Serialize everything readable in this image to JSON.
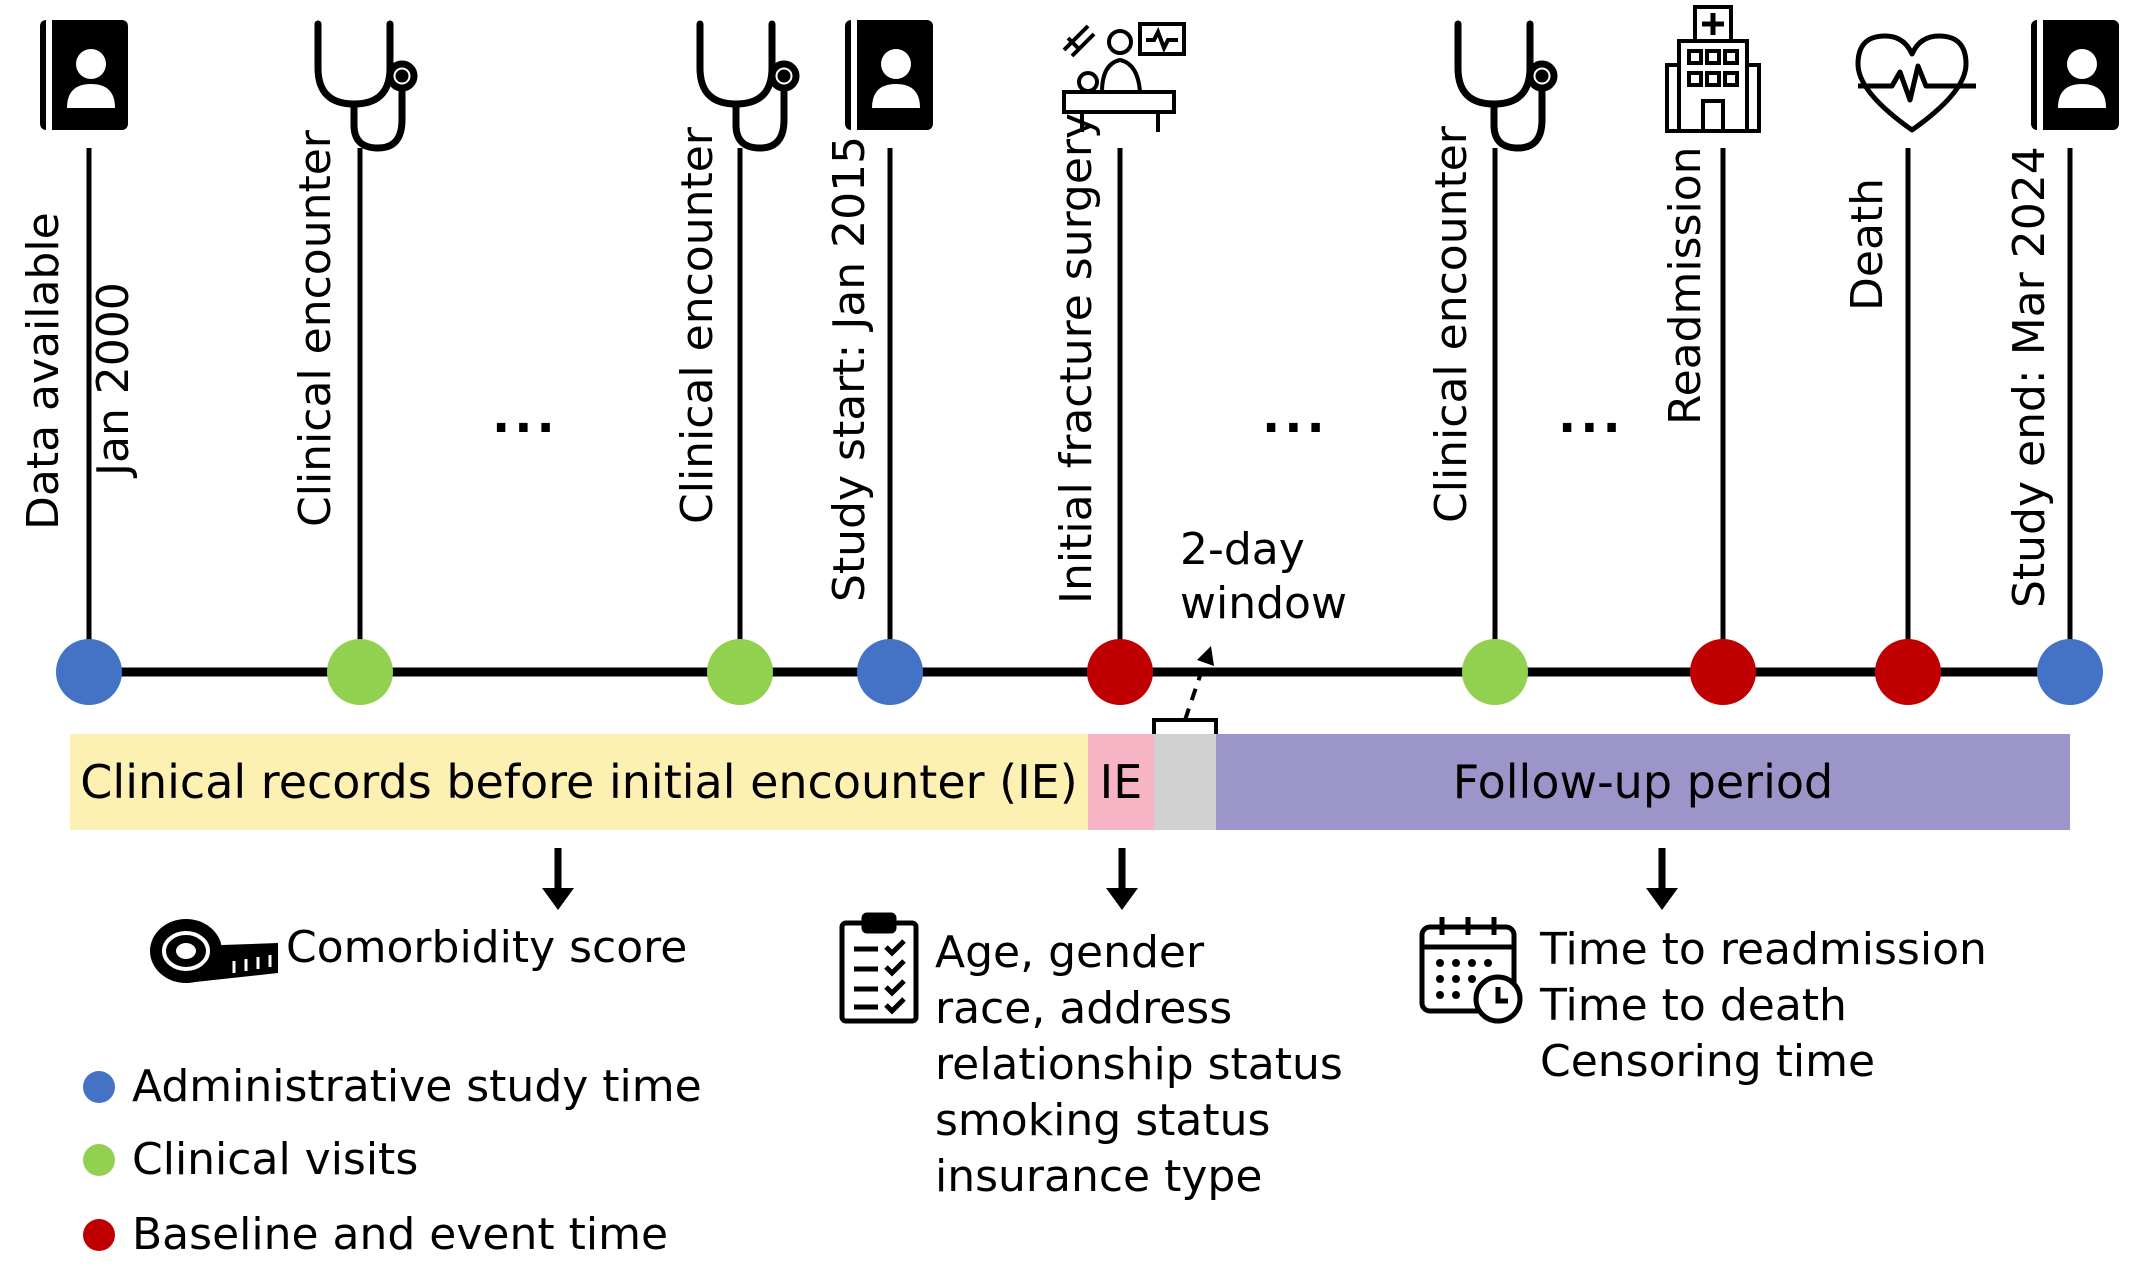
{
  "timeline": {
    "events": [
      {
        "id": "data-available",
        "label1": "Data available",
        "label2": "Jan 2000",
        "type": "admin"
      },
      {
        "id": "clinical-encounter-1",
        "label1": "Clinical encounter",
        "type": "clinical"
      },
      {
        "id": "clinical-encounter-2",
        "label1": "Clinical encounter",
        "type": "clinical"
      },
      {
        "id": "study-start",
        "label1": "Study start: Jan 2015",
        "type": "admin"
      },
      {
        "id": "initial-fracture-surgery",
        "label1": "Initial fracture surgery",
        "type": "event"
      },
      {
        "id": "clinical-encounter-3",
        "label1": "Clinical encounter",
        "type": "clinical"
      },
      {
        "id": "readmission",
        "label1": "Readmission",
        "type": "event"
      },
      {
        "id": "death",
        "label1": "Death",
        "type": "event"
      },
      {
        "id": "study-end",
        "label1": "Study end: Mar 2024",
        "type": "admin"
      }
    ],
    "ellipsis": "...",
    "window": {
      "line1": "2-day",
      "line2": "window"
    }
  },
  "periods": {
    "pre": "Clinical records before initial encounter (IE)",
    "ie": "IE",
    "followup": "Follow-up period"
  },
  "outputs": {
    "comorbidity": "Comorbidity score",
    "baseline": [
      "Age, gender",
      "race, address",
      "relationship status",
      "smoking status",
      "insurance type"
    ],
    "outcomes": [
      "Time to readmission",
      "Time to death",
      "Censoring time"
    ]
  },
  "legend": [
    {
      "label": "Administrative study time",
      "color": "#4472c4"
    },
    {
      "label": "Clinical visits",
      "color": "#92d050"
    },
    {
      "label": "Baseline and event time",
      "color": "#c00000"
    }
  ],
  "colors": {
    "admin": "#4472c4",
    "clinical": "#92d050",
    "event": "#c00000",
    "pre_bar": "#fdf0b3",
    "ie_bar": "#f7b4c4",
    "window_bar": "#d0d0d0",
    "followup_bar": "#9b95c9"
  },
  "icons": [
    "id-card-icon",
    "stethoscope-icon",
    "surgery-icon",
    "hospital-icon",
    "heart-pulse-icon",
    "tape-measure-icon",
    "clipboard-icon",
    "calendar-clock-icon"
  ]
}
